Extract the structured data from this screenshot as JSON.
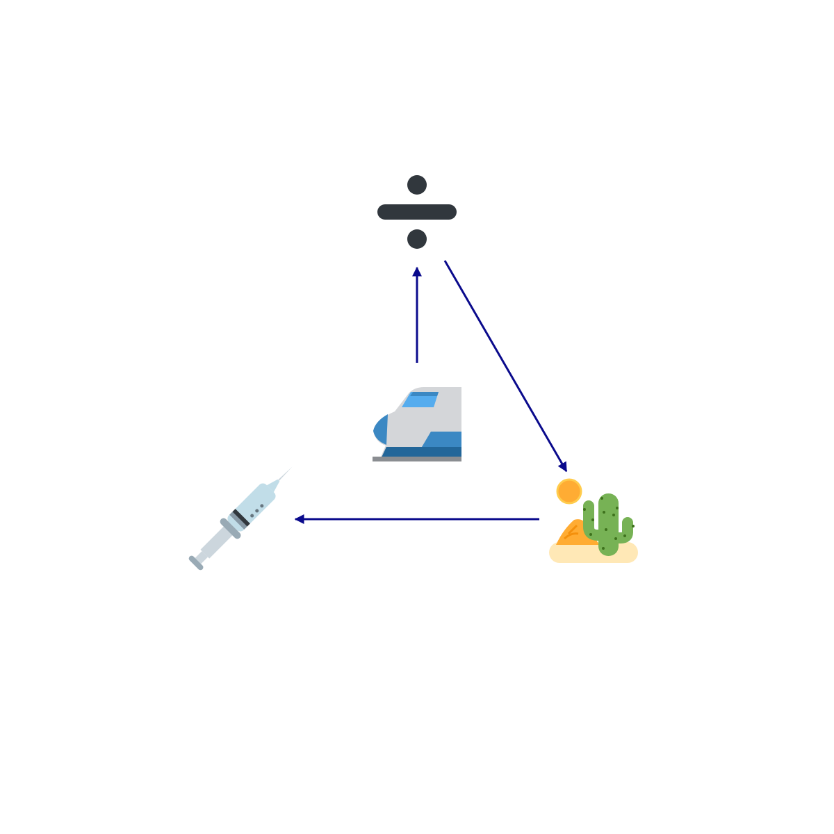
{
  "diagram": {
    "colors": {
      "background": "#ffffff",
      "arrow": "#0a0a8c"
    },
    "nodes": [
      {
        "id": "divide",
        "icon": "division-sign-icon"
      },
      {
        "id": "train",
        "icon": "high-speed-train-icon"
      },
      {
        "id": "desert",
        "icon": "desert-icon"
      },
      {
        "id": "syringe",
        "icon": "syringe-icon"
      }
    ],
    "edges": [
      {
        "from": "train",
        "to": "divide"
      },
      {
        "from": "divide",
        "to": "desert"
      },
      {
        "from": "desert",
        "to": "syringe"
      }
    ]
  }
}
